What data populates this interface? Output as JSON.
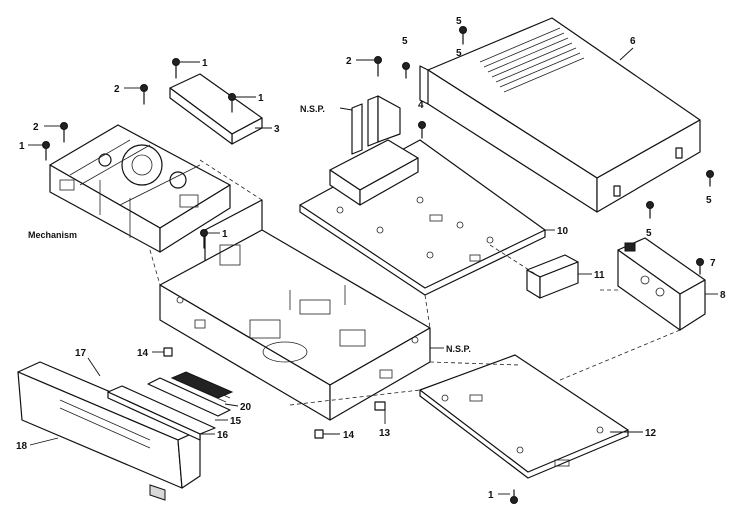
{
  "labels": {
    "l1a": "1",
    "l1b": "1",
    "l1c": "1",
    "l1d": "1",
    "l1e": "1",
    "l2a": "2",
    "l2b": "2",
    "l2c": "2",
    "l3": "3",
    "l4": "4",
    "l5a": "5",
    "l5b": "5",
    "l5c": "5",
    "l5d": "5",
    "l5e": "5",
    "l6": "6",
    "l7": "7",
    "l8": "8",
    "l10": "10",
    "l11": "11",
    "l12": "12",
    "l13": "13",
    "l14a": "14",
    "l14b": "14",
    "l15": "15",
    "l16": "16",
    "l17": "17",
    "l18": "18",
    "l20": "20",
    "nsp_top": "N.S.P.",
    "nsp_mid": "N.S.P.",
    "mechanism": "Mechanism"
  }
}
